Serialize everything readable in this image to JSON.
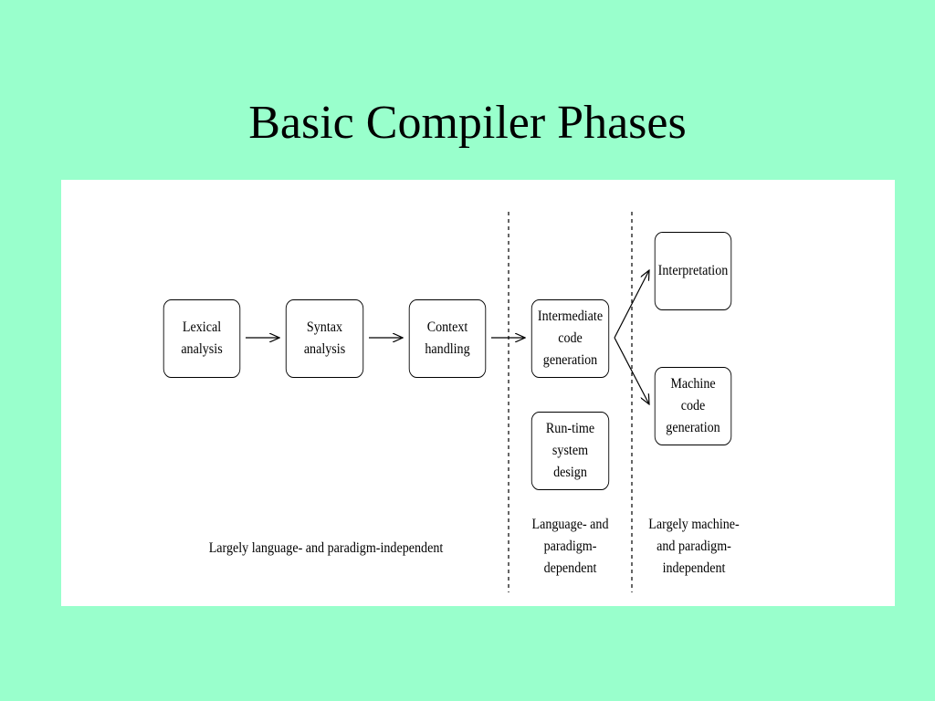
{
  "slide": {
    "title": "Basic Compiler Phases"
  },
  "diagram": {
    "nodes": {
      "lexical": [
        "Lexical",
        "analysis"
      ],
      "syntax": [
        "Syntax",
        "analysis"
      ],
      "context": [
        "Context",
        "handling"
      ],
      "intermediate": [
        "Intermediate",
        "code",
        "generation"
      ],
      "runtime": [
        "Run-time",
        "system",
        "design"
      ],
      "interpretation": [
        "Interpretation"
      ],
      "machine": [
        "Machine",
        "code",
        "generation"
      ]
    },
    "regions": {
      "independent": [
        "Largely language- and paradigm-independent"
      ],
      "dependent": [
        "Language- and",
        "paradigm-",
        "dependent"
      ],
      "machine_independent": [
        "Largely machine-",
        "and paradigm-",
        "independent"
      ]
    },
    "edges": [
      {
        "from": "lexical",
        "to": "syntax"
      },
      {
        "from": "syntax",
        "to": "context"
      },
      {
        "from": "context",
        "to": "intermediate"
      },
      {
        "from": "intermediate",
        "to": "interpretation"
      },
      {
        "from": "intermediate",
        "to": "machine"
      }
    ]
  }
}
